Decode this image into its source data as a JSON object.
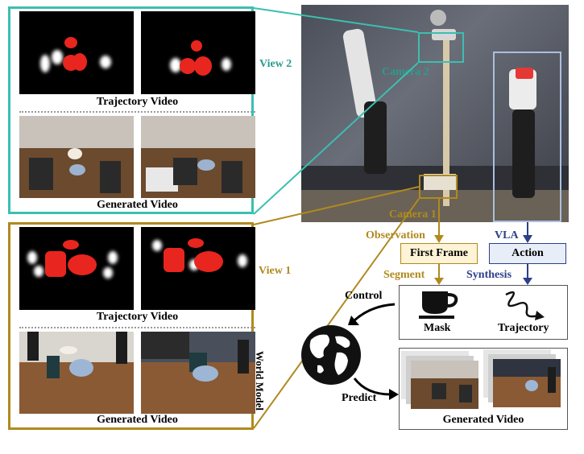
{
  "view2": {
    "label": "View 2",
    "trajectory_caption": "Trajectory Video",
    "generated_caption": "Generated Video",
    "border_color": "#3bbfb2"
  },
  "view1": {
    "label": "View 1",
    "trajectory_caption": "Trajectory Video",
    "generated_caption": "Generated Video",
    "border_color": "#b08a1e"
  },
  "cameras": {
    "camera2": "Camera 2",
    "camera1": "Camera 1"
  },
  "flow": {
    "observation": "Observation",
    "vla": "VLA",
    "first_frame": "First Frame",
    "action": "Action",
    "segment": "Segment",
    "synthesis": "Synthesis",
    "mask": "Mask",
    "trajectory": "Trajectory",
    "control": "Control",
    "predict": "Predict",
    "world_model": "World Model",
    "generated_video": "Generated Video"
  },
  "colors": {
    "teal": "#3bbfb2",
    "gold": "#b08a1e",
    "navy": "#2d3f8a",
    "light_blue": "#a9bfe0",
    "first_frame_fill": "#fdf3d6",
    "action_fill": "#e8eef8"
  },
  "icons": [
    "cup-icon",
    "trajectory-curve-icon",
    "globe-icon",
    "arrow-icon"
  ]
}
